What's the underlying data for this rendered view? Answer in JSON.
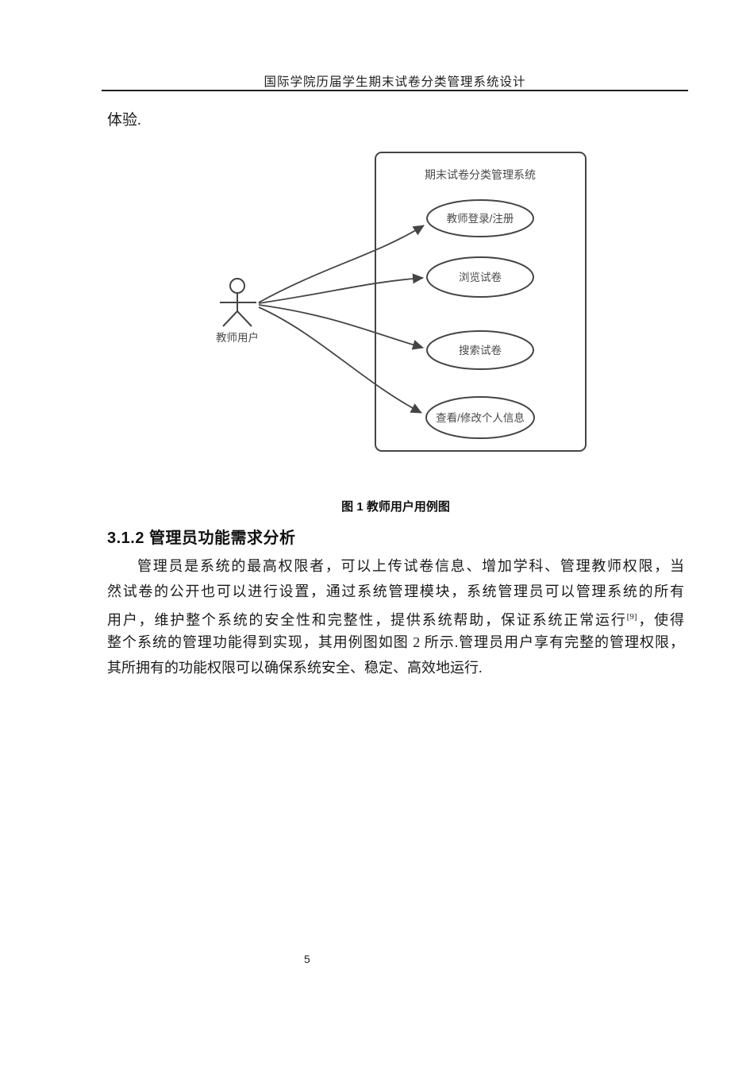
{
  "colors": {
    "ink": "#454545",
    "text": "#1b1b1b",
    "rule": "#1f1f1f"
  },
  "header": {
    "title": "国际学院历届学生期末试卷分类管理系统设计"
  },
  "body": {
    "intro": "体验."
  },
  "diagram": {
    "system_title": "期末试卷分类管理系统",
    "actor_label": "教师用户",
    "use_cases": [
      "教师登录/注册",
      "浏览试卷",
      "搜索试卷",
      "查看/修改个人信息"
    ]
  },
  "figure": {
    "caption": "图 1 教师用户用例图"
  },
  "section": {
    "heading": "3.1.2 管理员功能需求分析",
    "paragraph": {
      "line1": "管理员是系统的最高权限者，可以上传试卷信息、增加学科、管理教师权限，当",
      "line2": "然试卷的公开也可以进行设置，通过系统管理模块，系统管理员可以管理系统的所有",
      "line3_pre": "用户，维护整个系统的安全性和完整性，提供系统帮助，保证系统正常运行",
      "line3_sup": "[9]",
      "line3_post": "，使得",
      "line4": "整个系统的管理功能得到实现，其用例图如图 2 所示.管理员用户享有完整的管理权限，",
      "line5": "其所拥有的功能权限可以确保系统安全、稳定、高效地运行."
    }
  },
  "footer": {
    "page_number": "5"
  }
}
